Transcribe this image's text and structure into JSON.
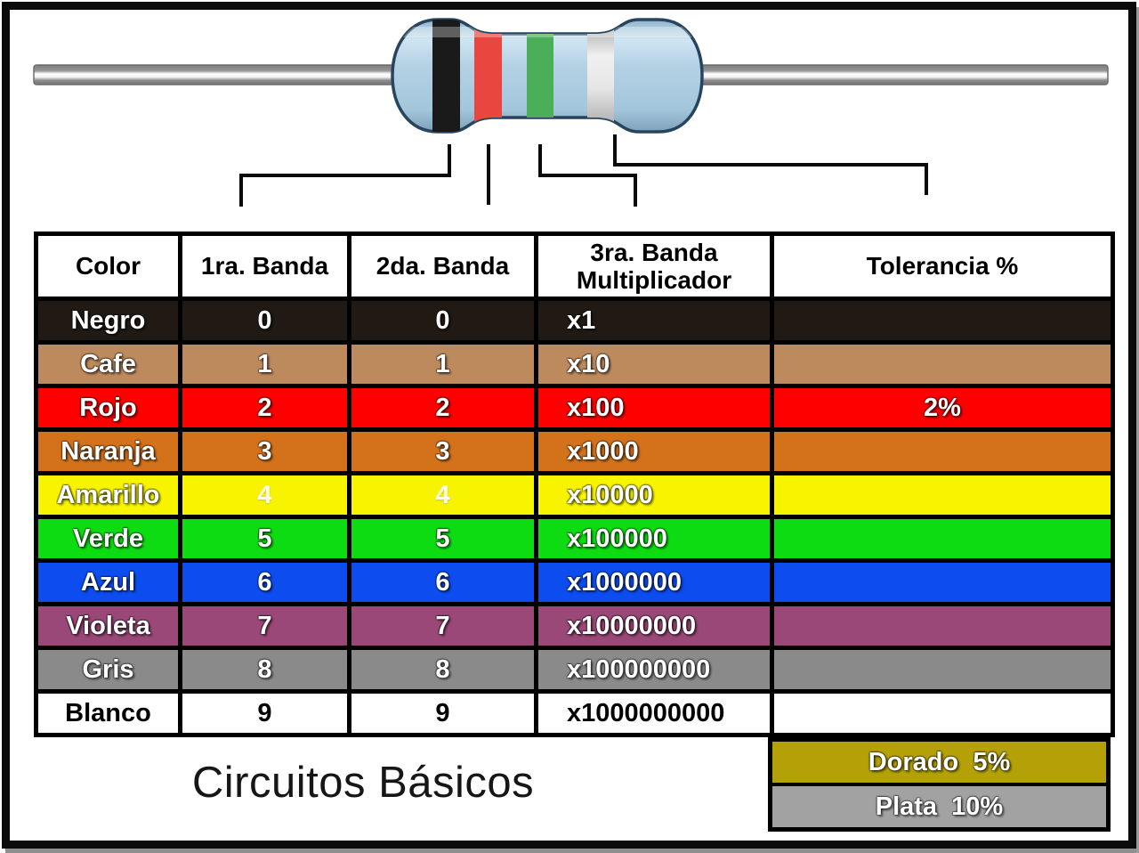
{
  "caption": "Circuitos Básicos",
  "resistor": {
    "body_color": "#aecde2",
    "lead_color": "#8a8a8a",
    "outline_color": "#27455e",
    "bands": {
      "first": {
        "name": "negro",
        "hex": "#1a1a1a"
      },
      "second": {
        "name": "rojo",
        "hex": "#e8463e"
      },
      "third": {
        "name": "verde",
        "hex": "#4bae58"
      },
      "fourth": {
        "name": "plata",
        "hex": "#c9c9c9"
      }
    }
  },
  "table": {
    "headers": {
      "color": "Color",
      "band1": "1ra. Banda",
      "band2": "2da. Banda",
      "band3_line1": "3ra. Banda",
      "band3_line2": "Multiplicador",
      "tolerance": "Tolerancia %"
    },
    "rows": [
      {
        "color": "Negro",
        "b1": "0",
        "b2": "0",
        "mult": "x1",
        "tol": "",
        "bg": "#211a14",
        "fg": "#ffffff"
      },
      {
        "color": "Cafe",
        "b1": "1",
        "b2": "1",
        "mult": "x10",
        "tol": "",
        "bg": "#bd8a5e",
        "fg": "#ffffff"
      },
      {
        "color": "Rojo",
        "b1": "2",
        "b2": "2",
        "mult": "x100",
        "tol": "2%",
        "bg": "#fe0000",
        "fg": "#ffffff"
      },
      {
        "color": "Naranja",
        "b1": "3",
        "b2": "3",
        "mult": "x1000",
        "tol": "",
        "bg": "#d4721c",
        "fg": "#ffffff"
      },
      {
        "color": "Amarillo",
        "b1": "4",
        "b2": "4",
        "mult": "x10000",
        "tol": "",
        "bg": "#f8f400",
        "fg": "#ffffff"
      },
      {
        "color": "Verde",
        "b1": "5",
        "b2": "5",
        "mult": "x100000",
        "tol": "",
        "bg": "#0edc12",
        "fg": "#ffffff"
      },
      {
        "color": "Azul",
        "b1": "6",
        "b2": "6",
        "mult": "x1000000",
        "tol": "",
        "bg": "#0d4df0",
        "fg": "#ffffff"
      },
      {
        "color": "Violeta",
        "b1": "7",
        "b2": "7",
        "mult": "x10000000",
        "tol": "",
        "bg": "#9a4877",
        "fg": "#ffffff"
      },
      {
        "color": "Gris",
        "b1": "8",
        "b2": "8",
        "mult": "x100000000",
        "tol": "",
        "bg": "#8a8a8a",
        "fg": "#ffffff"
      },
      {
        "color": "Blanco",
        "b1": "9",
        "b2": "9",
        "mult": "x1000000000",
        "tol": "",
        "bg": "#ffffff",
        "fg": "#000000"
      }
    ],
    "tolerance_extra": [
      {
        "label": "Dorado  5%",
        "bg": "#b4a107"
      },
      {
        "label": "Plata  10%",
        "bg": "#a2a2a2"
      }
    ]
  }
}
